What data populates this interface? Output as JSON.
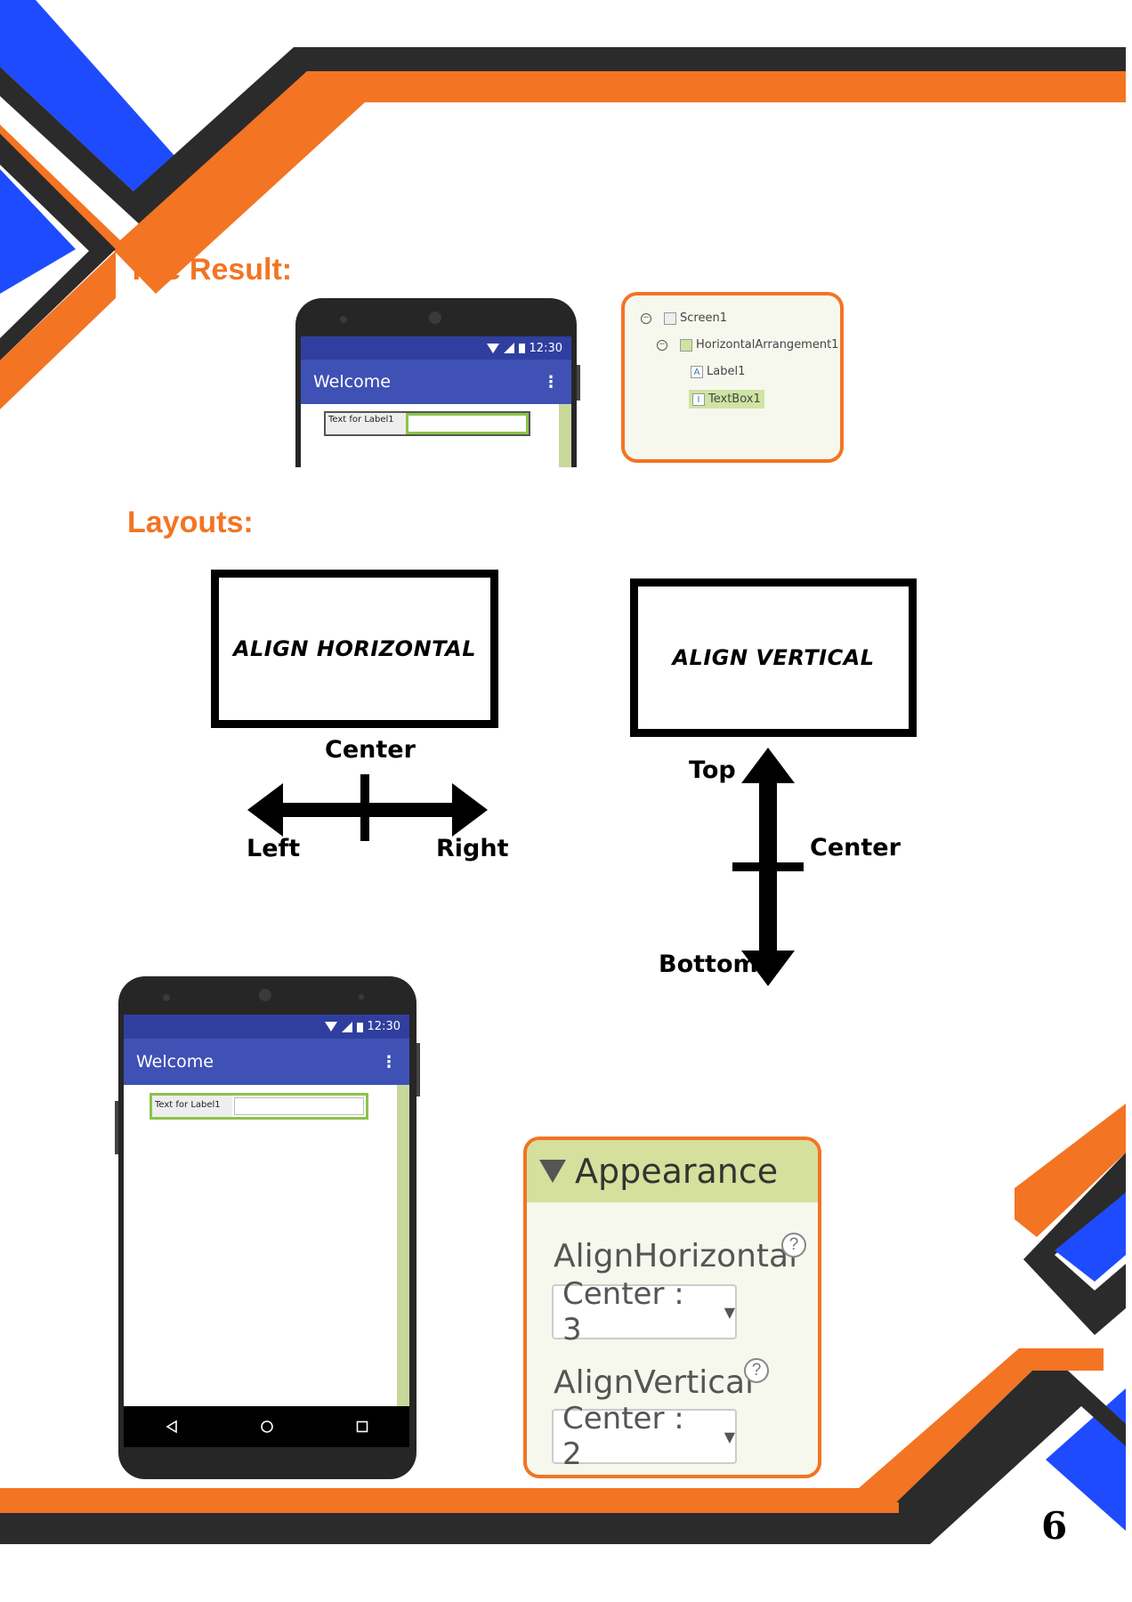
{
  "headings": {
    "result": "The Result:",
    "layouts": "Layouts:"
  },
  "phone_top": {
    "time": "12:30",
    "app_title": "Welcome",
    "label_text": "Text for Label1"
  },
  "component_tree": {
    "screen": "Screen1",
    "arrangement": "HorizontalArrangement1",
    "label": "Label1",
    "textbox": "TextBox1"
  },
  "align_horizontal": {
    "title": "ALIGN HORIZONTAL",
    "left": "Left",
    "center": "Center",
    "right": "Right"
  },
  "align_vertical": {
    "title": "ALIGN VERTICAL",
    "top": "Top",
    "center": "Center",
    "bottom": "Bottom"
  },
  "phone_bottom": {
    "time": "12:30",
    "app_title": "Welcome",
    "label_text": "Text for Label1"
  },
  "appearance": {
    "title": "Appearance",
    "align_horizontal_label": "AlignHorizontal",
    "align_horizontal_value": "Center : 3",
    "align_vertical_label": "AlignVertical",
    "align_vertical_value": "Center : 2",
    "help": "?"
  },
  "page_number": "6",
  "colors": {
    "orange": "#f37423",
    "blue": "#1f4bff",
    "dark": "#2b2b2b",
    "appbar": "#3f51b5",
    "statusbar": "#303f9f",
    "panel_green": "#d4e09b"
  }
}
